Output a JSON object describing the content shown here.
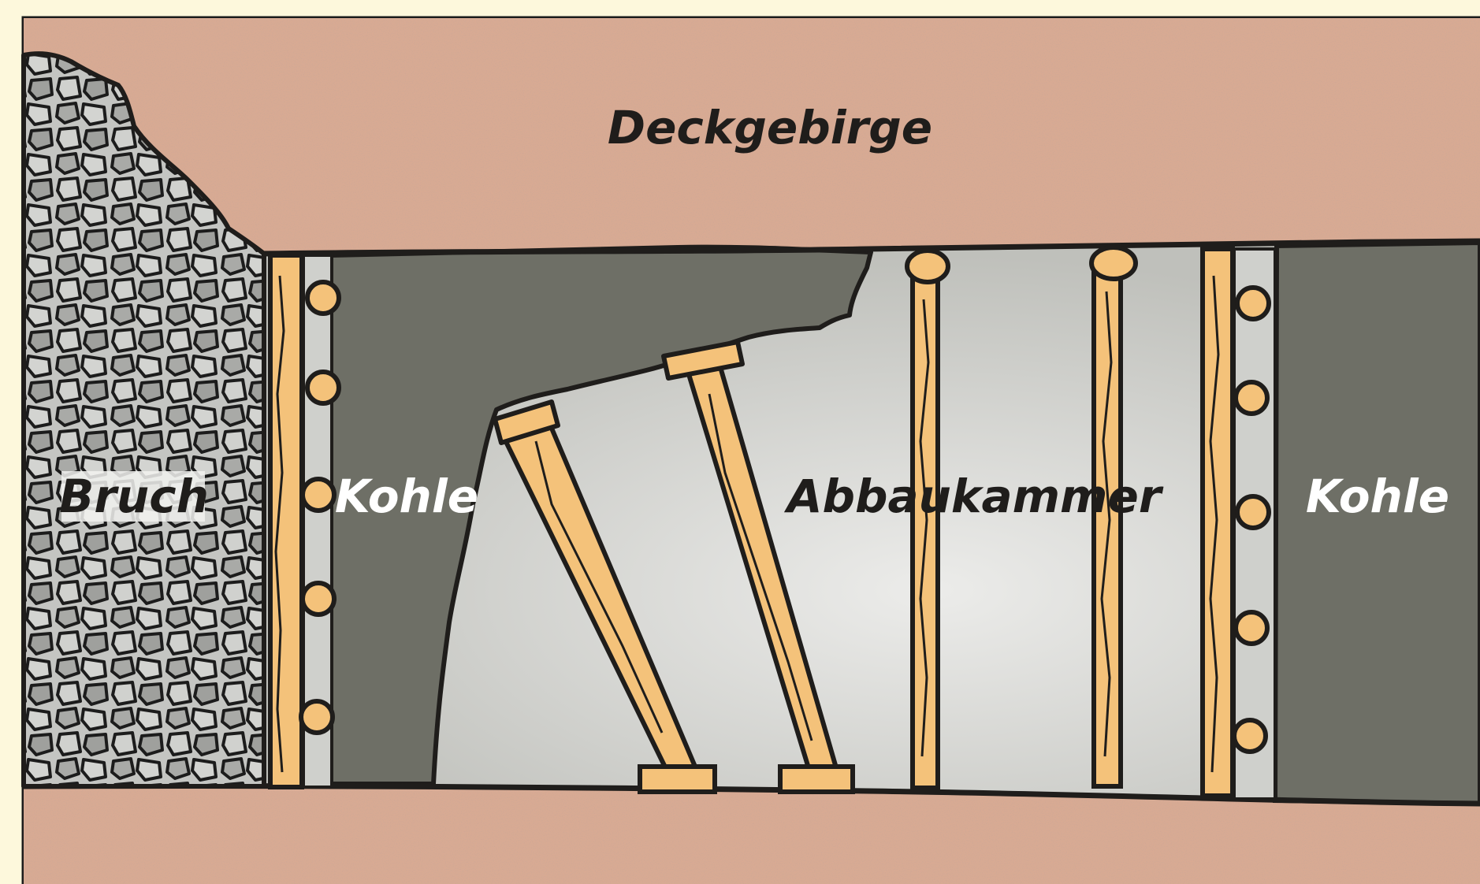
{
  "labels": {
    "overburden": "Deckgebirge",
    "goaf": "Bruch",
    "coal_left": "Kohle",
    "chamber": "Abbaukammer",
    "coal_right": "Kohle"
  },
  "colors": {
    "page_background": "#fdf8dc",
    "rock": "#d9aa93",
    "coal": "#6e6f66",
    "chamber": "#d6d7d2",
    "timber": "#f4c27a",
    "rubble": "#b8b9b6",
    "ink": "#1f1d1b",
    "label_white": "#ffffff"
  }
}
